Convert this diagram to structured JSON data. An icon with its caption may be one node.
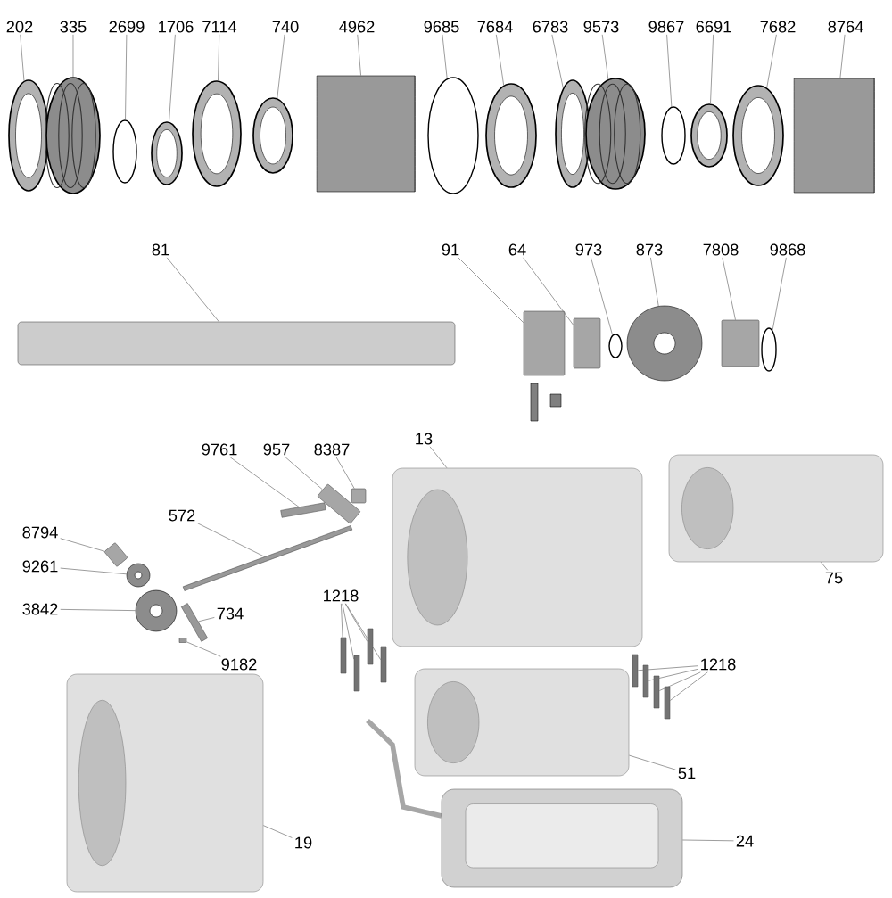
{
  "diagram": {
    "nodes": [
      {
        "text": [
          "202"
        ]
      },
      {
        "text": [],
        "shape": "picture"
      },
      {
        "text": [
          "335"
        ]
      },
      {
        "text": [],
        "shape": "picture"
      },
      {
        "text": [
          "2699"
        ]
      },
      {
        "text": [],
        "shape": "circle"
      },
      {
        "text": [
          "1706"
        ]
      },
      {
        "text": [],
        "shape": "picture"
      },
      {
        "text": [
          "7114"
        ]
      },
      {
        "text": [],
        "shape": "picture"
      },
      {
        "text": [
          "740"
        ]
      },
      {
        "text": [],
        "shape": "picture"
      },
      {
        "text": [
          "4962"
        ]
      },
      {
        "text": [],
        "shape": "cylinder"
      },
      {
        "text": [
          "9685"
        ]
      },
      {
        "text": [],
        "shape": "circle"
      },
      {
        "text": [
          "7684"
        ]
      },
      {
        "text": [],
        "shape": "picture"
      },
      {
        "text": [
          "6783"
        ]
      },
      {
        "text": [],
        "shape": "picture"
      },
      {
        "text": [
          "9573"
        ]
      },
      {
        "text": [],
        "shape": "picture"
      },
      {
        "text": [
          "9867"
        ]
      },
      {
        "text": [],
        "shape": "circle"
      },
      {
        "text": [
          "6691"
        ]
      },
      {
        "text": [],
        "shape": "picture"
      },
      {
        "text": [
          "7682"
        ]
      },
      {
        "text": [],
        "shape": "picture"
      },
      {
        "text": [
          "8764"
        ]
      },
      {
        "text": [],
        "shape": "cylinder"
      },
      {
        "text": [
          "81"
        ]
      },
      {
        "text": [],
        "shape": "bar"
      },
      {
        "text": [
          "91"
        ]
      },
      {
        "text": [],
        "shape": "box"
      },
      {
        "text": [
          "64"
        ]
      },
      {
        "text": [],
        "shape": "box"
      },
      {
        "text": [
          "973"
        ]
      },
      {
        "text": [],
        "shape": "circle"
      },
      {
        "text": [
          "873"
        ]
      },
      {
        "text": [],
        "shape": "picture"
      },
      {
        "text": [
          "7808"
        ]
      },
      {
        "text": [],
        "shape": "box"
      },
      {
        "text": [
          "9868"
        ]
      },
      {
        "text": [],
        "shape": "circle"
      },
      {
        "text": [
          "9761"
        ]
      },
      {
        "text": [],
        "shape": "bar"
      },
      {
        "text": [
          "957"
        ]
      },
      {
        "text": [],
        "shape": "box"
      },
      {
        "text": [
          "8387"
        ]
      },
      {
        "text": [],
        "shape": "box"
      },
      {
        "text": [
          "13"
        ]
      },
      {
        "text": [],
        "shape": "picture"
      },
      {
        "text": [
          "572"
        ]
      },
      {
        "text": [],
        "shape": "bar"
      },
      {
        "text": [
          "8794"
        ]
      },
      {
        "text": [],
        "shape": "box"
      },
      {
        "text": [
          "9261"
        ]
      },
      {
        "text": [],
        "shape": "picture"
      },
      {
        "text": [
          "75"
        ]
      },
      {
        "text": [],
        "shape": "picture"
      },
      {
        "text": [
          "1218"
        ]
      },
      {
        "text": [],
        "shape": "bar"
      },
      {
        "text": [],
        "shape": "bar"
      },
      {
        "text": [],
        "shape": "bar"
      },
      {
        "text": [],
        "shape": "bar"
      },
      {
        "text": [
          "3842"
        ]
      },
      {
        "text": [],
        "shape": "picture"
      },
      {
        "text": [
          "734"
        ]
      },
      {
        "text": [],
        "shape": "bar"
      },
      {
        "text": [
          "9182"
        ]
      },
      {
        "text": [],
        "shape": "bar"
      },
      {
        "text": [
          "1218"
        ]
      },
      {
        "text": [],
        "shape": "bar"
      },
      {
        "text": [],
        "shape": "bar"
      },
      {
        "text": [],
        "shape": "bar"
      },
      {
        "text": [],
        "shape": "bar"
      },
      {
        "text": [
          "51"
        ]
      },
      {
        "text": [],
        "shape": "picture"
      },
      {
        "text": [
          "24"
        ]
      },
      {
        "text": [],
        "shape": "picture"
      },
      {
        "text": [
          "19"
        ]
      },
      {
        "text": [],
        "shape": "picture"
      }
    ],
    "edges": [
      {
        "from": 0,
        "to": 1,
        "arrow": "none"
      },
      {
        "from": 2,
        "to": 3,
        "arrow": "none"
      },
      {
        "from": 4,
        "to": 5,
        "arrow": "none"
      },
      {
        "from": 6,
        "to": 7,
        "arrow": "none"
      },
      {
        "from": 8,
        "to": 9,
        "arrow": "none"
      },
      {
        "from": 10,
        "to": 11,
        "arrow": "none"
      },
      {
        "from": 12,
        "to": 13,
        "arrow": "none"
      },
      {
        "from": 14,
        "to": 15,
        "arrow": "none"
      },
      {
        "from": 16,
        "to": 17,
        "arrow": "none"
      },
      {
        "from": 18,
        "to": 19,
        "arrow": "none"
      },
      {
        "from": 20,
        "to": 21,
        "arrow": "none"
      },
      {
        "from": 22,
        "to": 23,
        "arrow": "none"
      },
      {
        "from": 24,
        "to": 25,
        "arrow": "none"
      },
      {
        "from": 26,
        "to": 27,
        "arrow": "none"
      },
      {
        "from": 28,
        "to": 29,
        "arrow": "none"
      },
      {
        "from": 30,
        "to": 31,
        "arrow": "none"
      },
      {
        "from": 32,
        "to": 33,
        "arrow": "none"
      },
      {
        "from": 34,
        "to": 35,
        "arrow": "none"
      },
      {
        "from": 36,
        "to": 37,
        "arrow": "none"
      },
      {
        "from": 38,
        "to": 39,
        "arrow": "none"
      },
      {
        "from": 40,
        "to": 41,
        "arrow": "none"
      },
      {
        "from": 42,
        "to": 43,
        "arrow": "none"
      },
      {
        "from": 44,
        "to": 45,
        "arrow": "none"
      },
      {
        "from": 46,
        "to": 47,
        "arrow": "none"
      },
      {
        "from": 48,
        "to": 49,
        "arrow": "none"
      },
      {
        "from": 50,
        "to": 51,
        "arrow": "none"
      },
      {
        "from": 52,
        "to": 53,
        "arrow": "none"
      },
      {
        "from": 54,
        "to": 55,
        "arrow": "none"
      },
      {
        "from": 56,
        "to": 57,
        "arrow": "none"
      },
      {
        "from": 58,
        "to": 59,
        "arrow": "none"
      },
      {
        "from": 60,
        "to": 61,
        "arrow": "none"
      },
      {
        "from": 60,
        "to": 62,
        "arrow": "none"
      },
      {
        "from": 60,
        "to": 63,
        "arrow": "none"
      },
      {
        "from": 60,
        "to": 64,
        "arrow": "none"
      },
      {
        "from": 65,
        "to": 66,
        "arrow": "none"
      },
      {
        "from": 67,
        "to": 68,
        "arrow": "none"
      },
      {
        "from": 69,
        "to": 70,
        "arrow": "none"
      },
      {
        "from": 71,
        "to": 72,
        "arrow": "none"
      },
      {
        "from": 71,
        "to": 73,
        "arrow": "none"
      },
      {
        "from": 71,
        "to": 74,
        "arrow": "none"
      },
      {
        "from": 71,
        "to": 75,
        "arrow": "none"
      },
      {
        "from": 76,
        "to": 77,
        "arrow": "none"
      },
      {
        "from": 78,
        "to": 79,
        "arrow": "none"
      },
      {
        "from": 80,
        "to": 81,
        "arrow": "none"
      }
    ]
  }
}
